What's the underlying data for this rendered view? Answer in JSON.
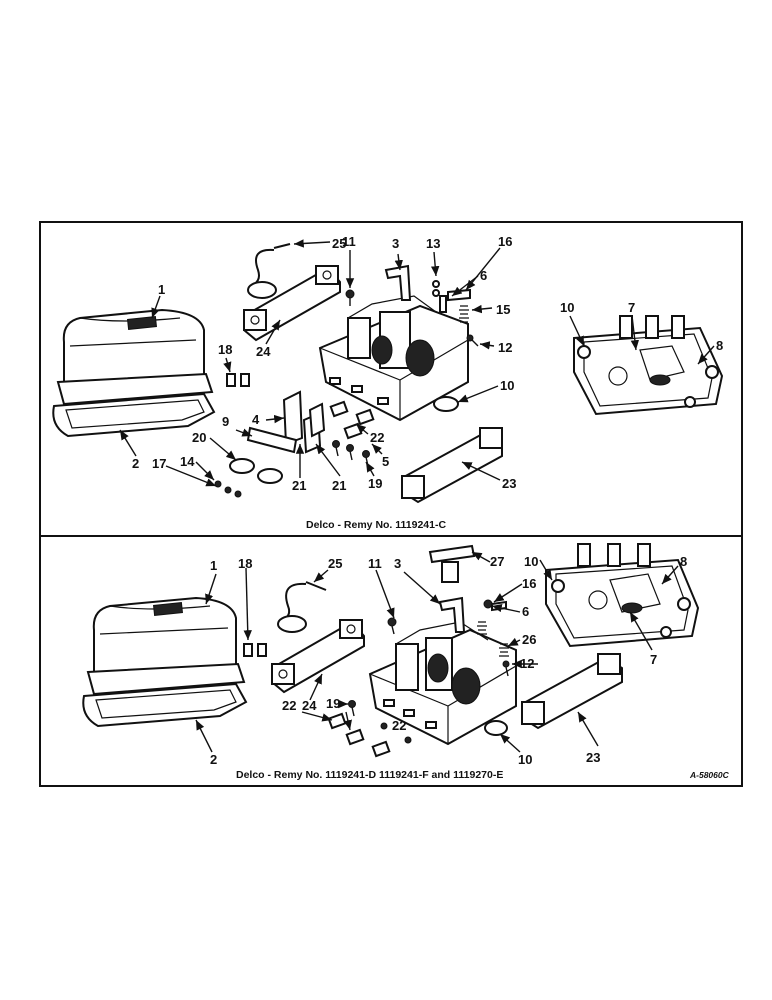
{
  "diagram": {
    "panels": [
      {
        "caption": "Delco - Remy    No.  1119241-C",
        "callouts": [
          "1",
          "2",
          "3",
          "4",
          "5",
          "6",
          "7",
          "8",
          "9",
          "10",
          "10",
          "11",
          "12",
          "13",
          "14",
          "15",
          "16",
          "17",
          "18",
          "19",
          "20",
          "21",
          "21",
          "22",
          "23",
          "24",
          "25"
        ]
      },
      {
        "caption": "Delco - Remy    No.  1119241-D  1119241-F  and  1119270-E",
        "callouts": [
          "1",
          "2",
          "3",
          "6",
          "7",
          "8",
          "10",
          "10",
          "11",
          "12",
          "16",
          "18",
          "19",
          "22",
          "22",
          "23",
          "24",
          "25",
          "26",
          "27"
        ]
      }
    ],
    "reference_code": "A-58060C"
  }
}
